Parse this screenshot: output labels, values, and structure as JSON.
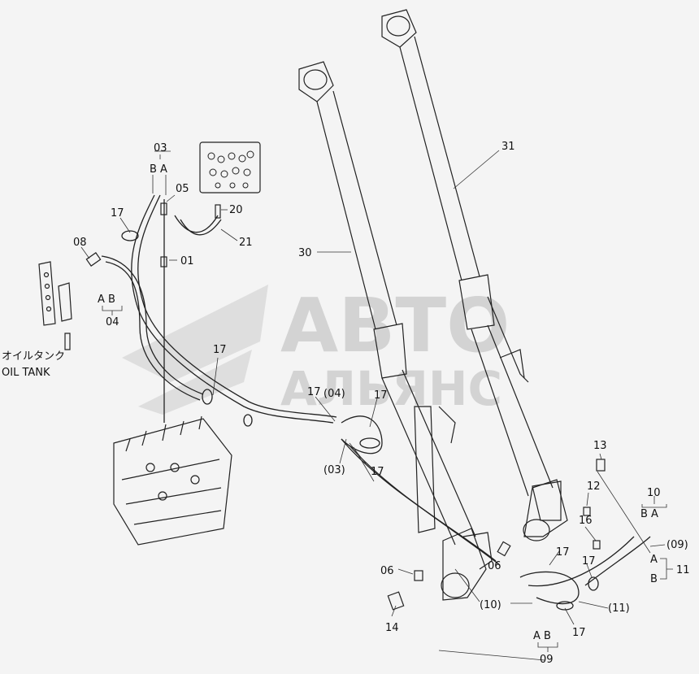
{
  "diagram": {
    "labels": {
      "p03": "03",
      "p03_ba": "B A",
      "p05": "05",
      "p20": "20",
      "p21": "21",
      "p17_a": "17",
      "p08": "08",
      "p01": "01",
      "p04_ab": "A B",
      "p04": "04",
      "oil_tank_jp": "オイルタンク",
      "oil_tank_en": "OIL TANK",
      "p17_b": "17",
      "p17_c": "17",
      "p04_paren": "(04)",
      "p17_d": "17",
      "p03_paren": "(03)",
      "p17_e": "17",
      "p31": "31",
      "p30": "30",
      "p13": "13",
      "p12": "12",
      "p16": "16",
      "p10": "10",
      "p10_ba": "B A",
      "p09_paren_r": "(09)",
      "p17_f": "17",
      "p17_g": "17",
      "p_a_r": "A",
      "p11": "11",
      "p_b_r": "B",
      "p06_a": "06",
      "p06_b": "06",
      "p14": "14",
      "p10_paren": "(10)",
      "p11_paren": "(11)",
      "p17_h": "17",
      "p09_ab": "A B",
      "p09": "09"
    },
    "watermark": {
      "line1": "АВТО",
      "line2": "АЛЬЯНС"
    }
  }
}
